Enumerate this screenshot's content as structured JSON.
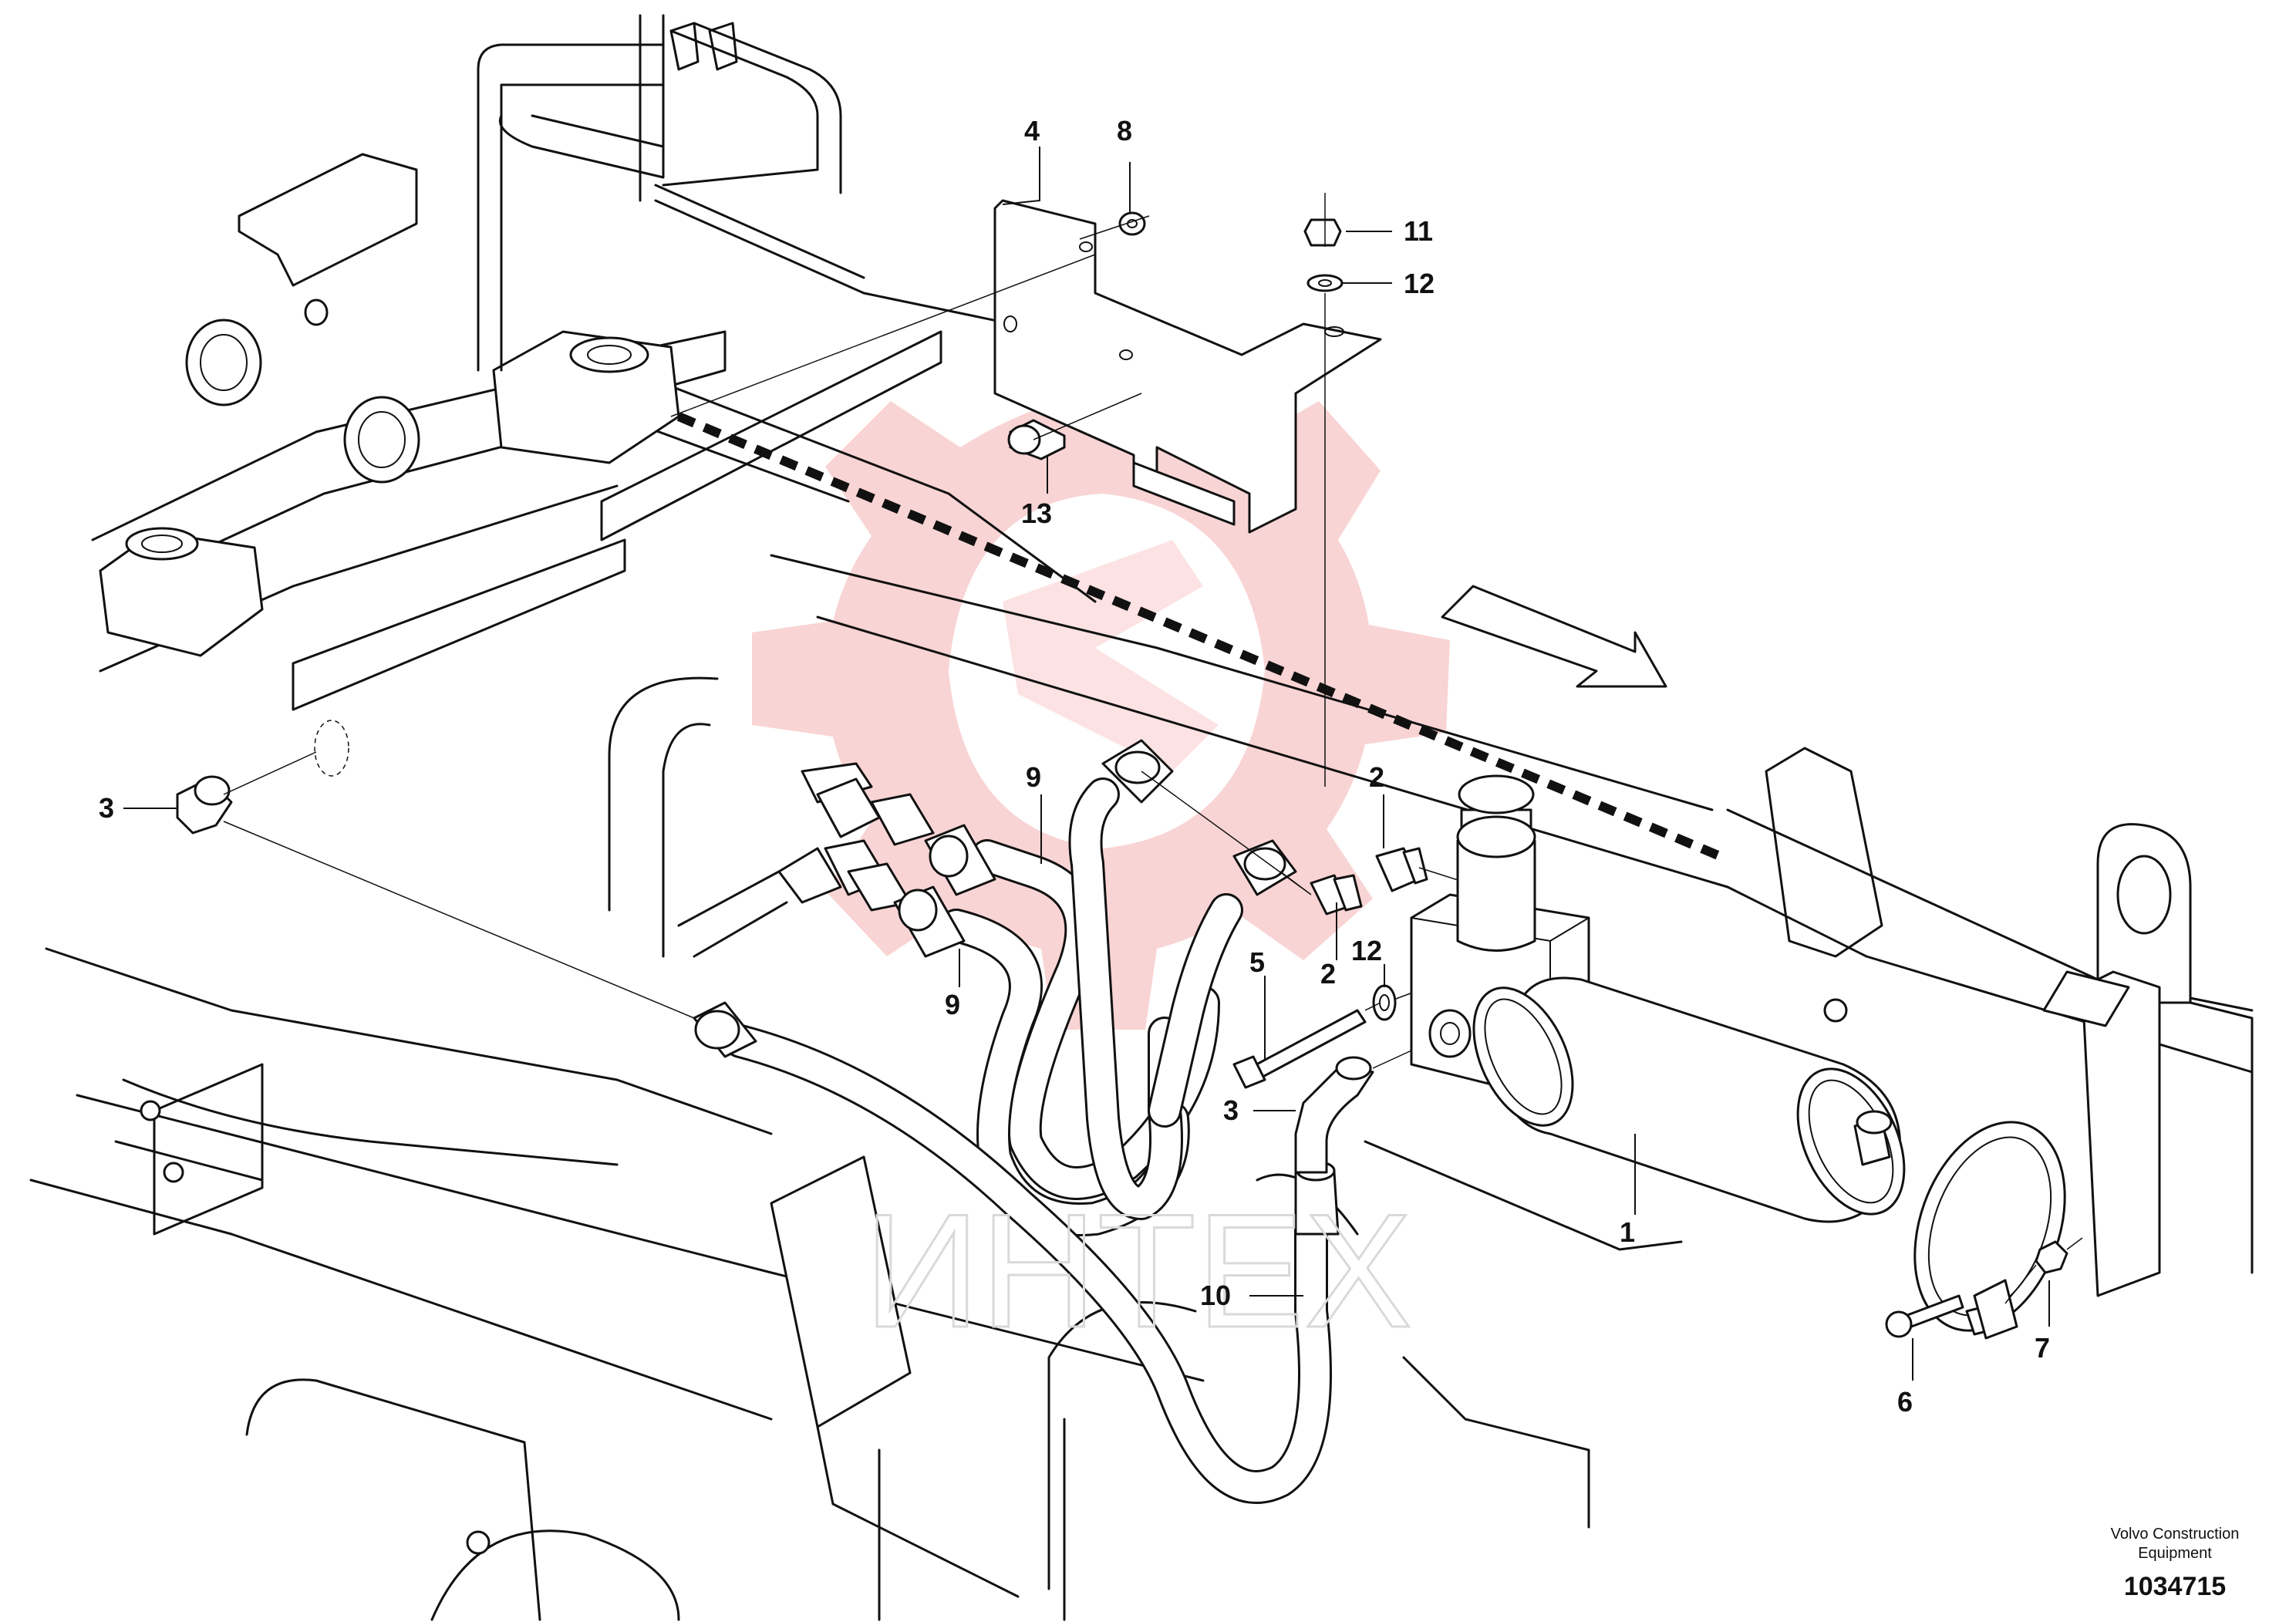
{
  "watermark": {
    "text": "ИНТЕХ",
    "logo": "gear-logo",
    "color": "#f4b6b6"
  },
  "callouts": [
    {
      "id": "c1",
      "label": "1"
    },
    {
      "id": "c2a",
      "label": "2"
    },
    {
      "id": "c2b",
      "label": "2"
    },
    {
      "id": "c3a",
      "label": "3"
    },
    {
      "id": "c3b",
      "label": "3"
    },
    {
      "id": "c4",
      "label": "4"
    },
    {
      "id": "c5",
      "label": "5"
    },
    {
      "id": "c6",
      "label": "6"
    },
    {
      "id": "c7",
      "label": "7"
    },
    {
      "id": "c8",
      "label": "8"
    },
    {
      "id": "c9a",
      "label": "9"
    },
    {
      "id": "c9b",
      "label": "9"
    },
    {
      "id": "c10",
      "label": "10"
    },
    {
      "id": "c11",
      "label": "11"
    },
    {
      "id": "c12a",
      "label": "12"
    },
    {
      "id": "c12b",
      "label": "12"
    },
    {
      "id": "c13",
      "label": "13"
    }
  ],
  "footer": {
    "line1": "Volvo Construction",
    "line2": "Equipment",
    "number": "1034715"
  }
}
